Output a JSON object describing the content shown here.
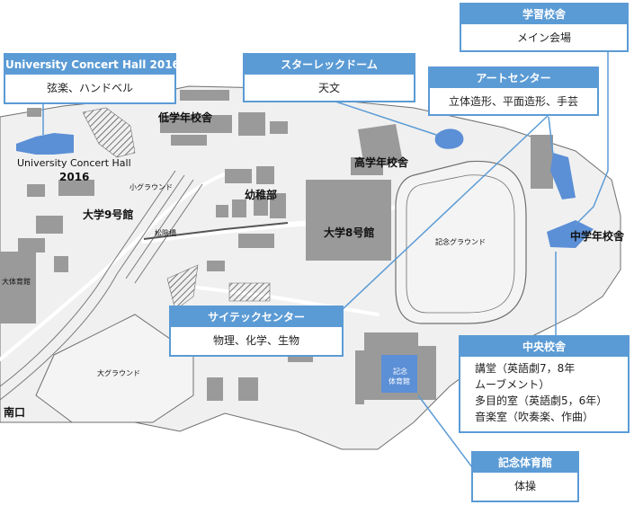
{
  "colors": {
    "accent": "#5b9bd5",
    "building": "#9a9a9a",
    "highlight": "#5b8fd6",
    "ground": "#f0f0f0",
    "outline": "#6f6f6f"
  },
  "callouts": {
    "gakushu": {
      "title": "学習校舎",
      "body": "メイン会場"
    },
    "concert": {
      "title": "University Concert Hall 2016",
      "body": "弦楽、ハンドベル"
    },
    "starlek": {
      "title": "スターレックドーム",
      "body": "天文"
    },
    "art": {
      "title": "アートセンター",
      "body": "立体造形、平面造形、手芸"
    },
    "scitech": {
      "title": "サイテックセンター",
      "body": "物理、化学、生物"
    },
    "chuo": {
      "title": "中央校舎",
      "lines": [
        "講堂（英語劇7，8年",
        "ムーブメント）",
        "多目的室（英語劇5，6年）",
        "音楽室（吹奏楽、作曲）"
      ]
    },
    "kinen": {
      "title": "記念体育館",
      "body": "体操"
    }
  },
  "map_labels": {
    "concert_hall_line1": "University Concert Hall",
    "concert_hall_line2": "2016",
    "low_grade": "低学年校舎",
    "small_ground": "小グラウンド",
    "kindergarten": "幼稚部",
    "high_grade": "高学年校舎",
    "univ9": "大学9号館",
    "bridge": "松陰橋",
    "univ8": "大学8号館",
    "memorial_ground": "記念グラウンド",
    "middle_grade": "中学年校舎",
    "big_gym": "大体育館",
    "big_ground": "大グラウンド",
    "south_gate": "南口",
    "kinen_gym_line1": "記念",
    "kinen_gym_line2": "体育館"
  }
}
